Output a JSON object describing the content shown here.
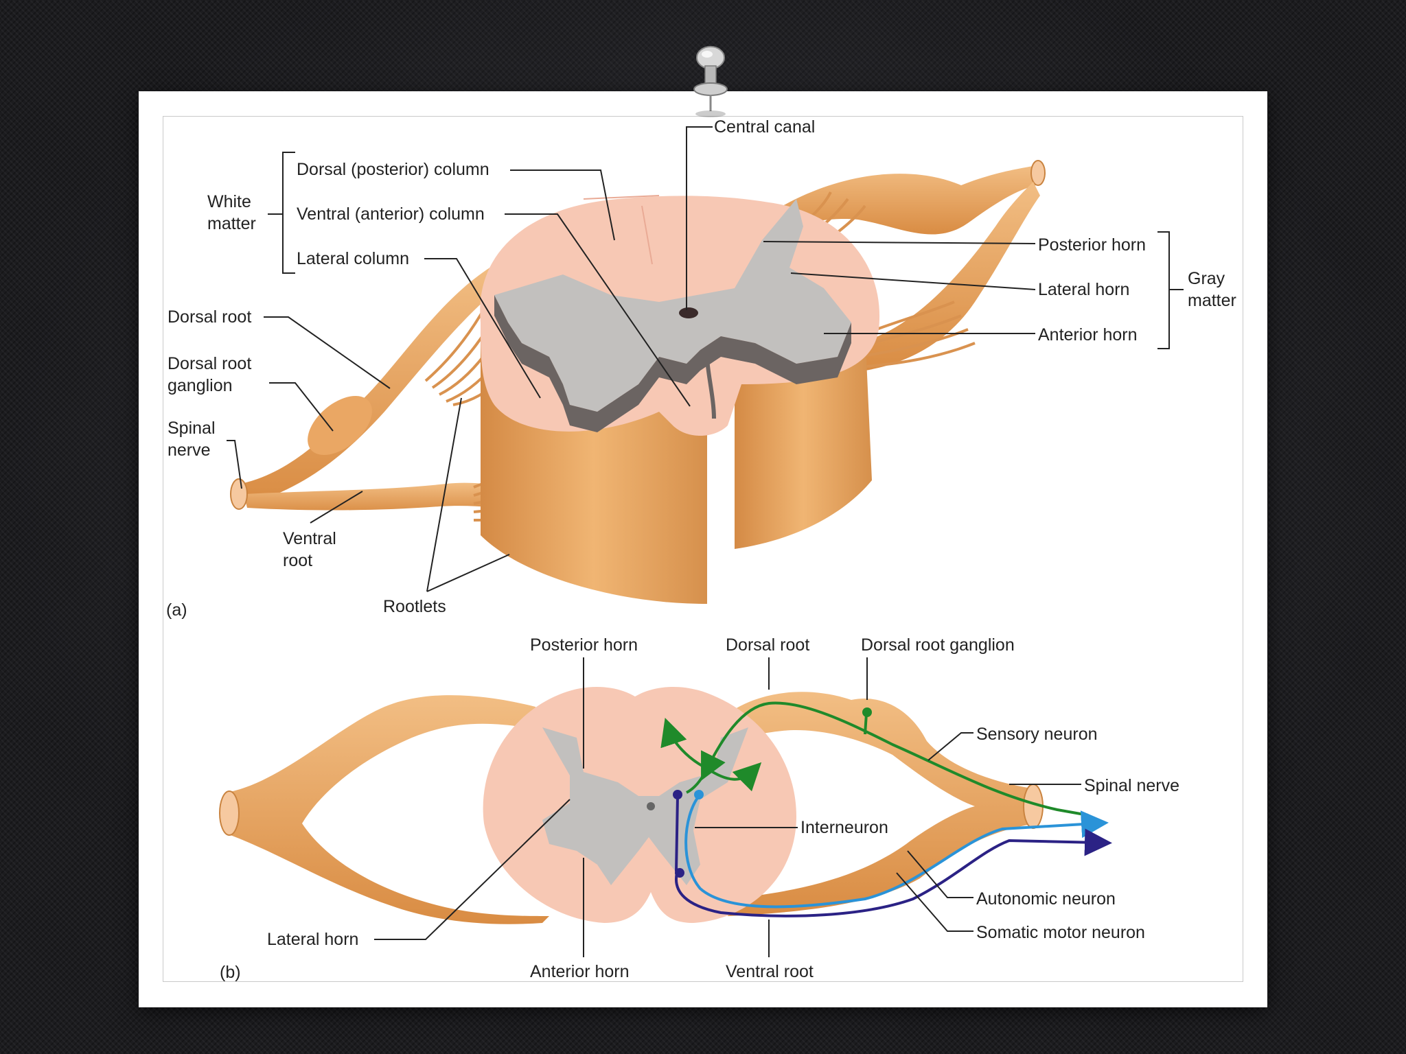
{
  "panel_a": {
    "tag": "(a)",
    "central_canal": "Central canal",
    "white_matter": [
      "White",
      "matter"
    ],
    "dorsal_column": "Dorsal (posterior) column",
    "ventral_column": "Ventral (anterior) column",
    "lateral_column": "Lateral column",
    "dorsal_root": "Dorsal root",
    "dorsal_root_ganglion": [
      "Dorsal root",
      "ganglion"
    ],
    "spinal_nerve": [
      "Spinal",
      "nerve"
    ],
    "ventral_root": [
      "Ventral",
      "root"
    ],
    "rootlets": "Rootlets",
    "posterior_horn": "Posterior horn",
    "lateral_horn": "Lateral horn",
    "anterior_horn": "Anterior horn",
    "gray_matter": [
      "Gray",
      "matter"
    ]
  },
  "panel_b": {
    "tag": "(b)",
    "posterior_horn": "Posterior horn",
    "dorsal_root": "Dorsal root",
    "dorsal_root_ganglion": "Dorsal root ganglion",
    "sensory_neuron": "Sensory neuron",
    "spinal_nerve": "Spinal nerve",
    "interneuron": "Interneuron",
    "autonomic_neuron": "Autonomic neuron",
    "somatic_motor_neuron": "Somatic motor neuron",
    "lateral_horn": "Lateral horn",
    "anterior_horn": "Anterior horn",
    "ventral_root": "Ventral root"
  },
  "colors": {
    "nerve": "#e9a55f",
    "white_matter": "#f7c8b4",
    "gray_matter": "#c2c0be",
    "sensory": "#1f8a2a",
    "autonomic": "#2a93d8",
    "somatic": "#2b2285"
  }
}
